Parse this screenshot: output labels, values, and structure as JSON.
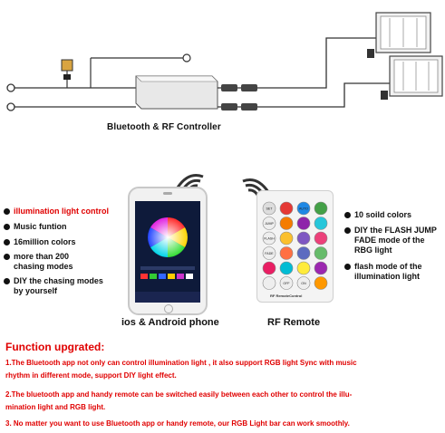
{
  "diagram": {
    "controller_label": "Bluetooth & RF Controller"
  },
  "phone_features": [
    {
      "text": "illumination light control",
      "highlight": true
    },
    {
      "text": "Music funtion",
      "highlight": false
    },
    {
      "text": "16million colors",
      "highlight": false
    },
    {
      "text": "more than 200 chasing modes",
      "highlight": false
    },
    {
      "text": "DIY the chasing modes by yourself",
      "highlight": false
    }
  ],
  "remote_features": [
    {
      "text": "10 soild colors"
    },
    {
      "text": "DIY the FLASH JUMP FADE mode of the RBG light"
    },
    {
      "text": "flash mode of the illumination light"
    }
  ],
  "phone_caption": "ios & Android phone",
  "remote_caption": "RF Remote",
  "remote": {
    "buttons": [
      "SET",
      "",
      "AUTO",
      "",
      "JUMP",
      "",
      "",
      "",
      "FLASH",
      "",
      "",
      "",
      "FADE",
      "",
      "",
      "",
      "",
      "",
      "",
      "",
      "",
      "OFF",
      "ON",
      ""
    ],
    "label": "RF  RemoteControl"
  },
  "function": {
    "title": "Function upgrated:",
    "lines": [
      "1.The Bluetooth app not only can control illumination light , it also support RGB light  Sync with music",
      "rhythm in different mode, support DIY light effect.",
      " 2.The bluetooth app and handy remote  can be switched easily between each other to control the illu-",
      "mination light and RGB light.",
      "3. No matter you want to use Bluetooth app or handy remote, our RGB Light bar can work smoothly."
    ]
  },
  "colors": {
    "red": "#e00000",
    "remote_buttons": [
      "#dddddd",
      "#e53935",
      "#1e88e5",
      "#43a047",
      "#eeeeee",
      "#f57c00",
      "#8e24aa",
      "#26c6da",
      "#eeeeee",
      "#fbc02d",
      "#7e57c2",
      "#ec407a",
      "#eeeeee",
      "#ff7043",
      "#5c6bc0",
      "#66bb6a",
      "#e91e63",
      "#00bcd4",
      "#ffeb3b",
      "#9c27b0",
      "#eeeeee",
      "#eeeeee",
      "#eeeeee",
      "#ff9800"
    ]
  }
}
